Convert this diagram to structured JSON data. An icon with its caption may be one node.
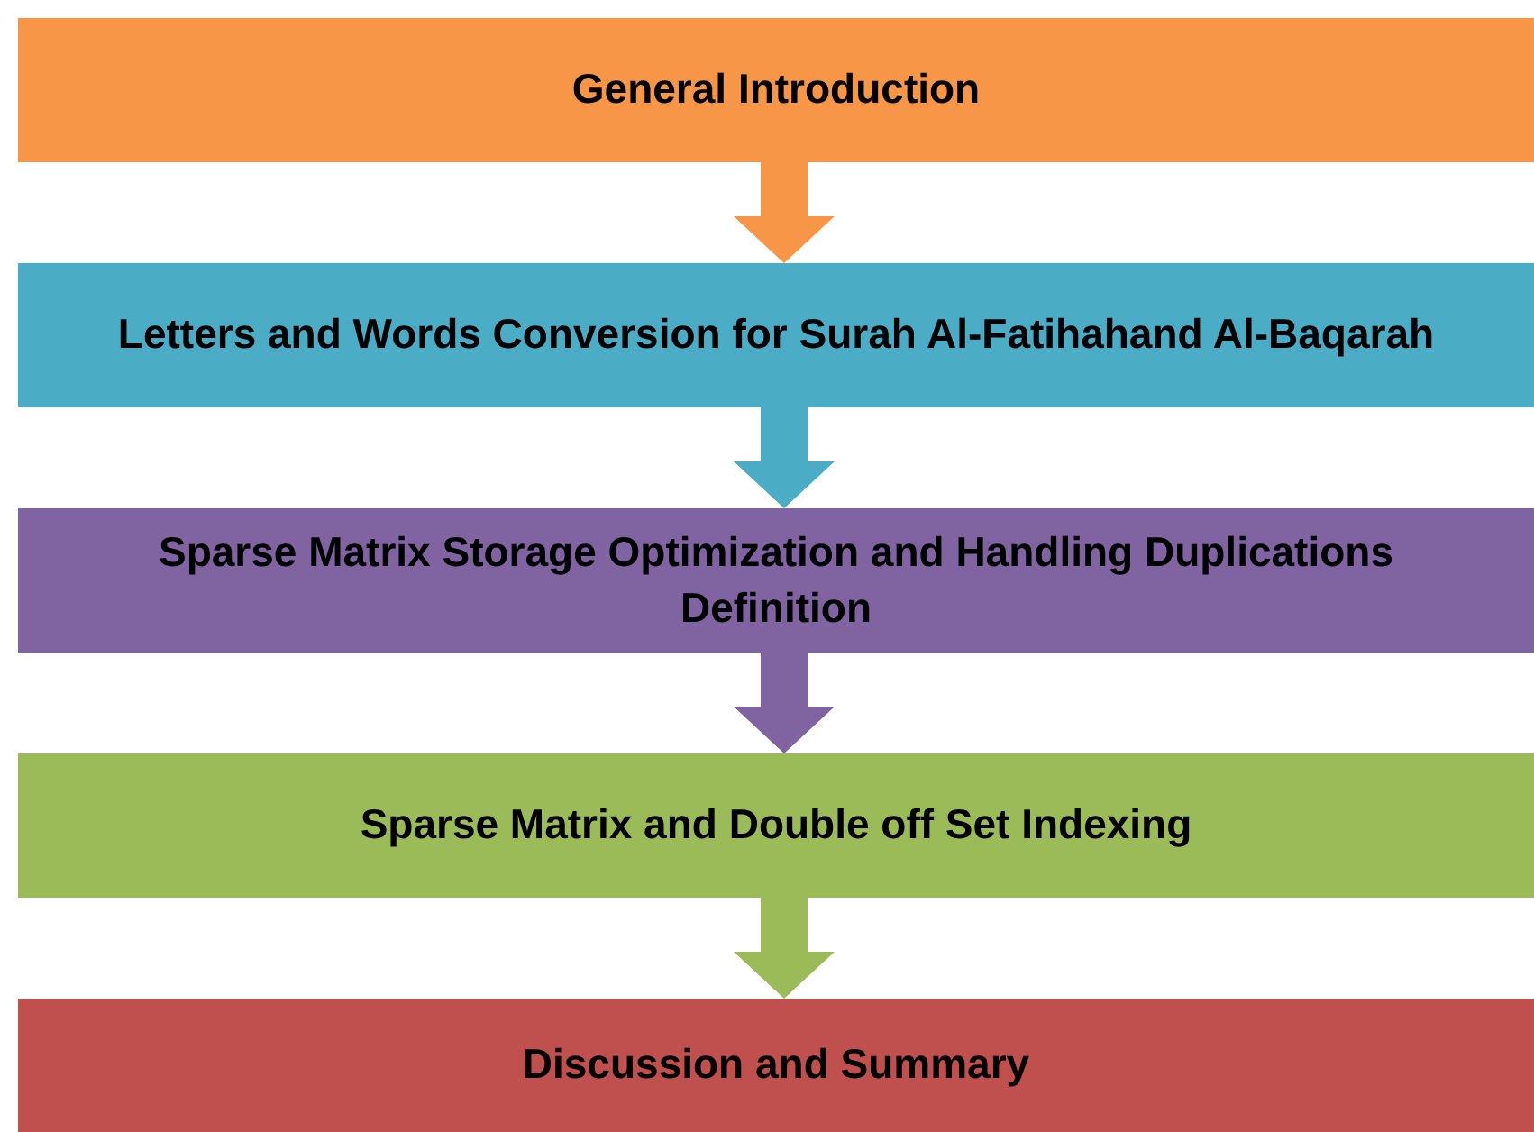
{
  "diagram": {
    "nodes": [
      {
        "text": [
          "General Introduction"
        ]
      },
      {
        "text": [
          "Letters and Words Conversion for Surah Al-Fatihahand Al-Baqarah"
        ]
      },
      {
        "text": [
          "Sparse Matrix Storage Optimization and Handling Duplications Definition"
        ]
      },
      {
        "text": [
          "Sparse Matrix and Double off Set Indexing"
        ]
      },
      {
        "text": [
          "Discussion and Summary"
        ]
      }
    ],
    "edges": [
      {
        "from": 0,
        "to": 1,
        "arrow": "to",
        "color": "#f79646"
      },
      {
        "from": 1,
        "to": 2,
        "arrow": "to",
        "color": "#4bacc6"
      },
      {
        "from": 2,
        "to": 3,
        "arrow": "to",
        "color": "#8064a2"
      },
      {
        "from": 3,
        "to": 4,
        "arrow": "to",
        "color": "#9bbb59"
      }
    ]
  }
}
